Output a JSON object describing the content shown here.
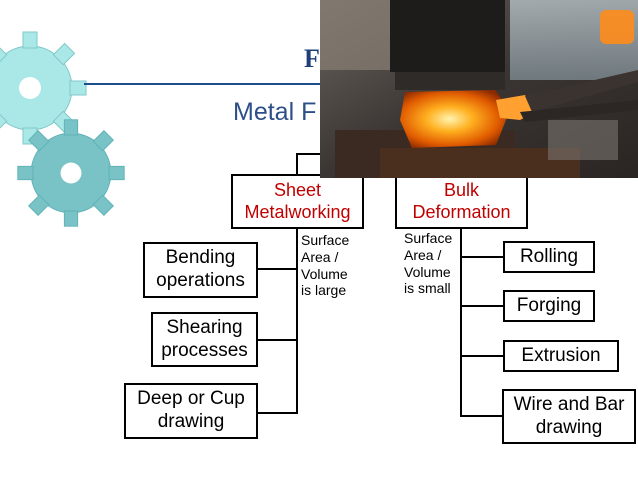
{
  "header": {
    "title_fragment": "F",
    "subtitle_fragment": "Metal F"
  },
  "diagram": {
    "sheet": "Sheet\nMetalworking",
    "bulk": "Bulk\nDeformation",
    "sheet_note": "Surface\nArea /\nVolume\n is large",
    "bulk_note": "Surface\nArea /\nVolume\n is small",
    "sheet_processes": [
      "Bending\noperations",
      "Shearing\nprocesses",
      "Deep or Cup\ndrawing"
    ],
    "bulk_processes": [
      "Rolling",
      "Forging",
      "Extrusion",
      "Wire and Bar\ndrawing"
    ]
  },
  "colors": {
    "gear": "#a9e8e6",
    "gear_dark": "#5fb2b6",
    "title": "#1f3f7a",
    "category_text": "#c00000"
  },
  "decor": {
    "gears": [
      "gear-icon",
      "gear-icon"
    ],
    "photo": "forging-photo"
  }
}
